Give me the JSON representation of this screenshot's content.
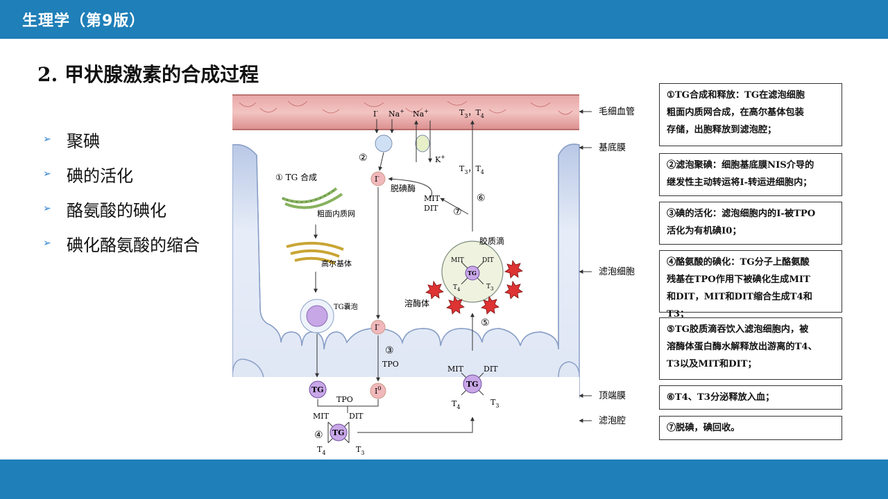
{
  "header": {
    "course_title": "生理学（第9版）"
  },
  "slide": {
    "title": "2. 甲状腺激素的合成过程",
    "bullets": [
      "聚碘",
      "碘的活化",
      "酪氨酸的碘化",
      "碘化酪氨酸的缩合"
    ]
  },
  "diagram": {
    "side_labels": [
      "毛细血管",
      "基底膜",
      "滤泡细胞",
      "顶端膜",
      "滤泡腔"
    ],
    "labels": {
      "tg_synthesis": "① TG 合成",
      "rer": "粗面内质网",
      "golgi": "高尔基体",
      "tg_vesicle": "TG囊泡",
      "lysosome": "溶酶体",
      "colloid_droplet": "胶质滴",
      "deiodinase": "脱碘酶",
      "mit": "MIT",
      "dit": "DIT",
      "tg": "TG",
      "tpo": "TPO",
      "t3": "T",
      "t4": "T",
      "sub3": "3",
      "sub4": "4",
      "iodide": "I",
      "iodine0": "I",
      "na": "Na",
      "k": "K",
      "plus": "+",
      "minus": "-",
      "zero": "0",
      "comma": "，",
      "n2": "②",
      "n3": "③",
      "n4": "④",
      "n5": "⑤",
      "n6": "⑥",
      "n7": "⑦"
    }
  },
  "notes": [
    [
      "①TG合成和释放：TG在滤泡细胞",
      "粗面内质网合成，在高尔基体包装",
      "存储，出胞释放到滤泡腔；"
    ],
    [
      "②滤泡聚碘：细胞基底膜NIS介导的",
      "继发性主动转运将I-转运进细胞内；"
    ],
    [
      "③碘的活化：滤泡细胞内的I-被TPO",
      "活化为有机碘I0；"
    ],
    [
      "④酪氨酸的碘化：TG分子上酪氨酸",
      "残基在TPO作用下被碘化生成MIT",
      "和DIT，MIT和DIT缩合生成T4和T3；"
    ],
    [
      "⑤TG胶质滴吞饮入滤泡细胞内，被",
      "溶酶体蛋白酶水解释放出游离的T4、",
      "T3以及MIT和DIT；"
    ],
    [
      "⑥T4、T3分泌释放入血；"
    ],
    [
      "⑦脱碘，碘回收。"
    ]
  ]
}
